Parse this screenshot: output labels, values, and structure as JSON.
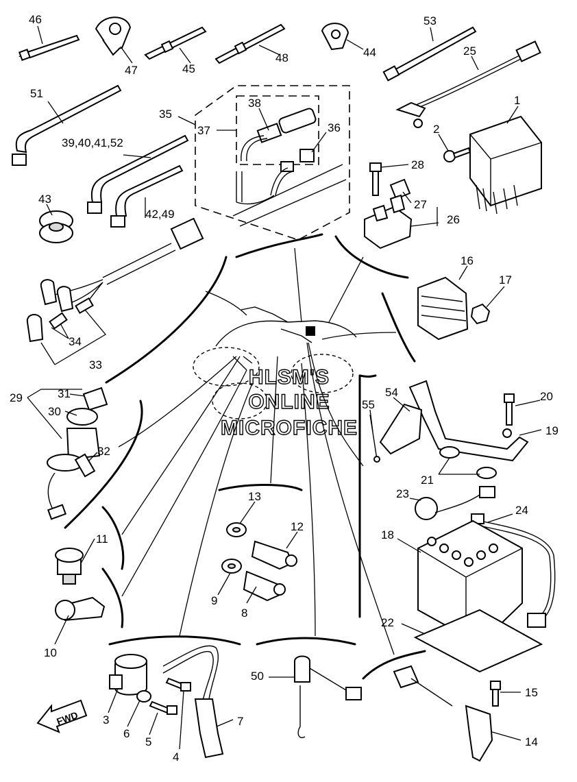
{
  "watermark": {
    "line1": "HLSM'S",
    "line2": "ONLINE",
    "line3": "MICROFICHE"
  },
  "direction_label": "FWD",
  "callouts": {
    "c1": "1",
    "c2": "2",
    "c3": "3",
    "c4": "4",
    "c5": "5",
    "c6": "6",
    "c7": "7",
    "c8": "8",
    "c9": "9",
    "c10": "10",
    "c11": "11",
    "c12": "12",
    "c13": "13",
    "c14": "14",
    "c15": "15",
    "c16": "16",
    "c17": "17",
    "c18": "18",
    "c19": "19",
    "c20": "20",
    "c21": "21",
    "c22": "22",
    "c23": "23",
    "c24": "24",
    "c25": "25",
    "c26": "26",
    "c27": "27",
    "c28": "28",
    "c29": "29",
    "c30": "30",
    "c31": "31",
    "c32": "32",
    "c33": "33",
    "c34": "34",
    "c35": "35",
    "c36": "36",
    "c37": "37",
    "c38": "38",
    "c39": "39,40,41,52",
    "c42": "42,49",
    "c43": "43",
    "c44": "44",
    "c45": "45",
    "c46": "46",
    "c47": "47",
    "c48": "48",
    "c50": "50",
    "c51": "51",
    "c53": "53",
    "c54": "54",
    "c55": "55"
  }
}
